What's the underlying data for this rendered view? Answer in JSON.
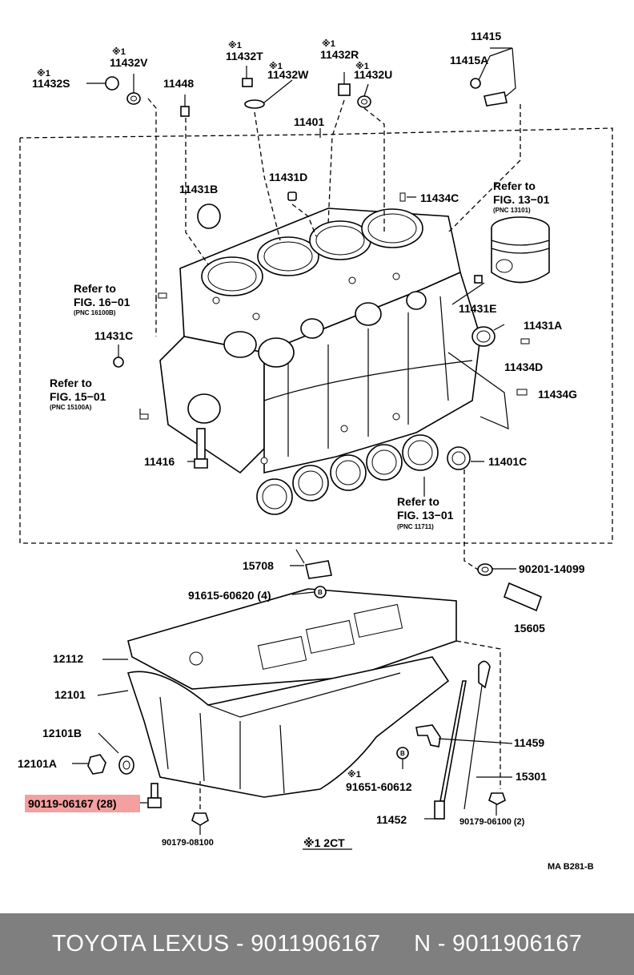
{
  "labels": {
    "p11432S": "11432S",
    "p11432V": "11432V",
    "p11448": "11448",
    "p11432T": "11432T",
    "p11432W": "11432W",
    "p11432R": "11432R",
    "p11432U": "11432U",
    "p11415": "11415",
    "p11415A": "11415A",
    "p11401": "11401",
    "p11431D": "11431D",
    "p11434C": "11434C",
    "p11431B": "11431B",
    "p11431E": "11431E",
    "p11431A": "11431A",
    "p11431C": "11431C",
    "p11434D": "11434D",
    "p11434G": "11434G",
    "p11416": "11416",
    "p11401C": "11401C",
    "p15708": "15708",
    "p9020114099": "90201-14099",
    "p9161560620": "91615-60620 (4)",
    "p15605": "15605",
    "p12112": "12112",
    "p12101": "12101",
    "p12101B": "12101B",
    "p11459": "11459",
    "p12101A": "12101A",
    "p9165160612": "91651-60612",
    "p15301": "15301",
    "p9011906167": "90119-06167 (28)",
    "p11452": "11452",
    "p9017906100": "90179-06100 (2)",
    "p9017908100": "90179-08100"
  },
  "marks": {
    "star1": "※1",
    "circled_b": "B"
  },
  "refs": {
    "refer_to": "Refer to",
    "fig_13_01": "FIG. 13−01",
    "pnc_13101": "(PNC 13101)",
    "fig_16_01": "FIG. 16−01",
    "pnc_16100b": "(PNC 16100B)",
    "fig_15_01": "FIG. 15−01",
    "pnc_15100a": "(PNC 15100A)",
    "pnc_11711": "(PNC 11711)"
  },
  "note": "※1 2CT",
  "code": "MA B281-B",
  "highlight_color": "#f4a0a0",
  "footer": {
    "text": "TOYOTA LEXUS - 9011906167     N - 9011906167",
    "background": "#7f7f7f",
    "color": "#ffffff"
  }
}
